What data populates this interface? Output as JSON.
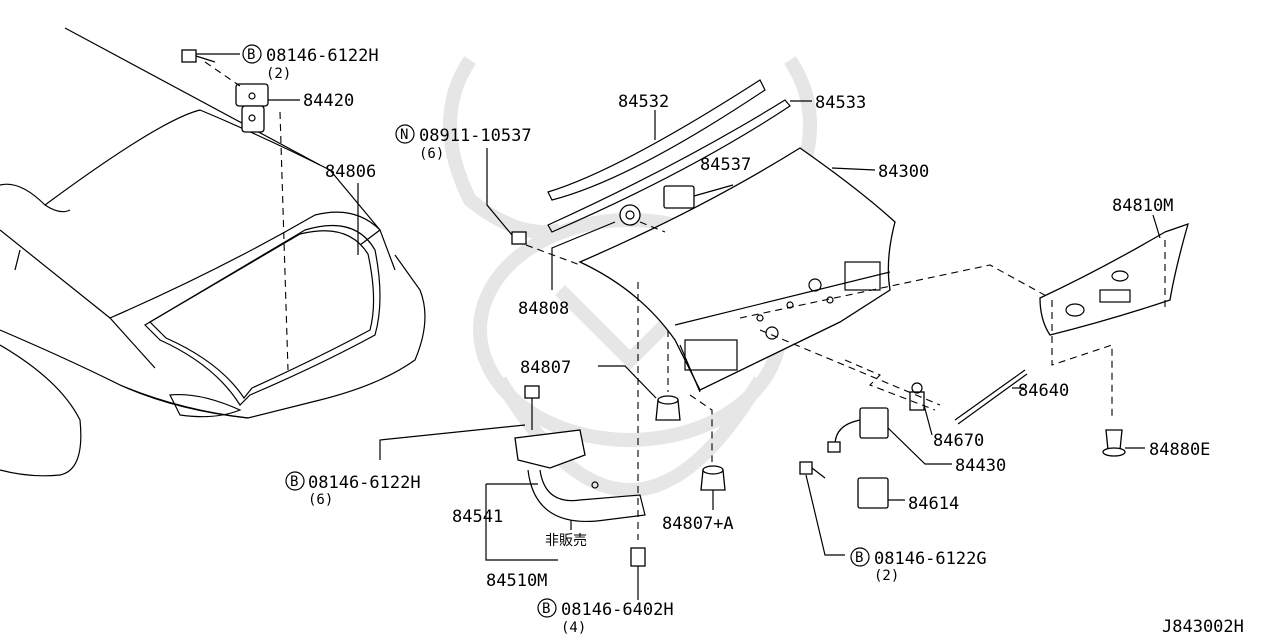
{
  "diagram": {
    "code": "J843002H",
    "labels": {
      "p84420": "84420",
      "p84806": "84806",
      "p84532": "84532",
      "p84533": "84533",
      "p84537": "84537",
      "p84300": "84300",
      "p84810m": "84810M",
      "p84808": "84808",
      "p84807": "84807",
      "p84807a": "84807+A",
      "p84541": "84541",
      "p84510m": "84510M",
      "p84640": "84640",
      "p84670": "84670",
      "p84430": "84430",
      "p84614": "84614",
      "p84880e": "84880E",
      "not_for_sale": "非販売"
    },
    "fasteners": [
      {
        "prefix": "B",
        "number": "08146-6122H",
        "qty": "(2)"
      },
      {
        "prefix": "N",
        "number": "08911-10537",
        "qty": "(6)"
      },
      {
        "prefix": "B",
        "number": "08146-6122H",
        "qty": "(6)"
      },
      {
        "prefix": "B",
        "number": "08146-6122G",
        "qty": "(2)"
      },
      {
        "prefix": "B",
        "number": "08146-6402H",
        "qty": "(4)"
      }
    ]
  }
}
